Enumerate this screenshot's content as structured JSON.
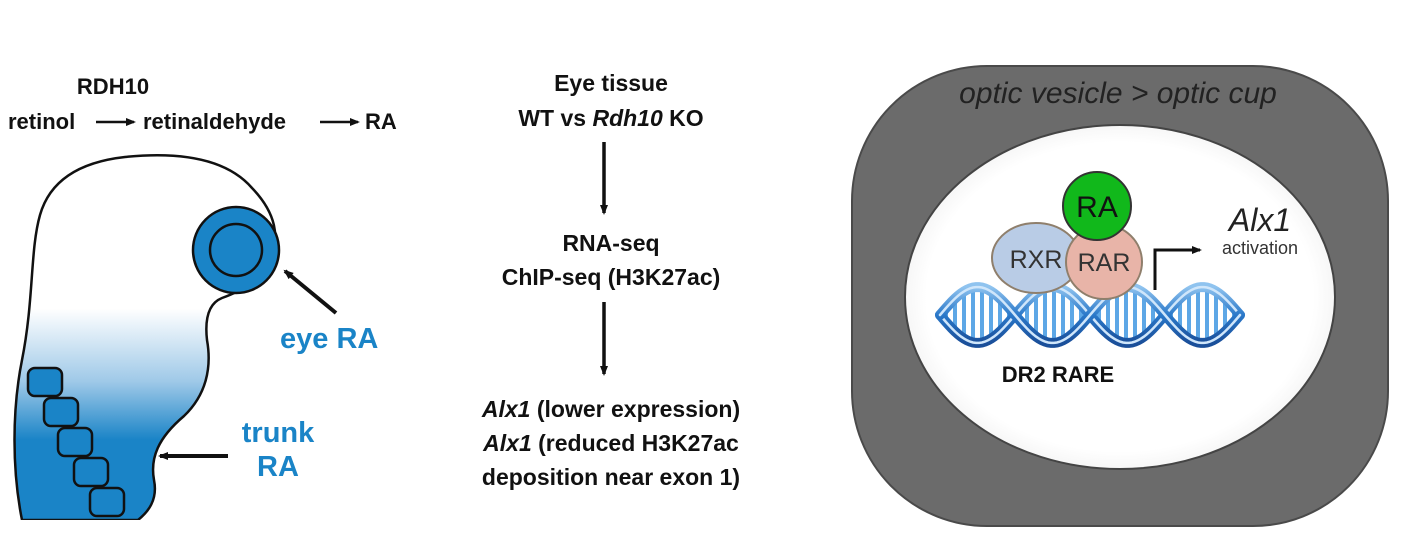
{
  "colors": {
    "embryo_blue": "#1a84c7",
    "ring_gray": "#6b6b6b",
    "ra_green": "#11b81b",
    "rxr_fill": "#b9cce6",
    "rar_fill": "#e8b4a8",
    "dna_blue": "#2a78c9"
  },
  "pathway": {
    "enzyme": "RDH10",
    "substrate": "retinol",
    "intermediate": "retinaldehyde",
    "product": "RA"
  },
  "embryo": {
    "eye_label": "eye RA",
    "trunk_label_line1": "trunk",
    "trunk_label_line2": "RA"
  },
  "flow": {
    "step1_line1": "Eye tissue",
    "step1_line2_prefix": "WT vs ",
    "step1_line2_gene": "Rdh10",
    "step1_line2_suffix": " KO",
    "step2_line1": "RNA-seq",
    "step2_line2": "ChIP-seq (H3K27ac)",
    "step3_line1_gene": "Alx1",
    "step3_line1_rest": " (lower expression)",
    "step3_line2_gene": "Alx1",
    "step3_line2_rest": " (reduced H3K27ac",
    "step3_line3": "deposition near exon 1)"
  },
  "mechanism": {
    "ring_label": "optic vesicle > optic cup",
    "ra": "RA",
    "rxr": "RXR",
    "rar": "RAR",
    "target_gene": "Alx1",
    "target_effect": "activation",
    "element": "DR2 RARE"
  }
}
